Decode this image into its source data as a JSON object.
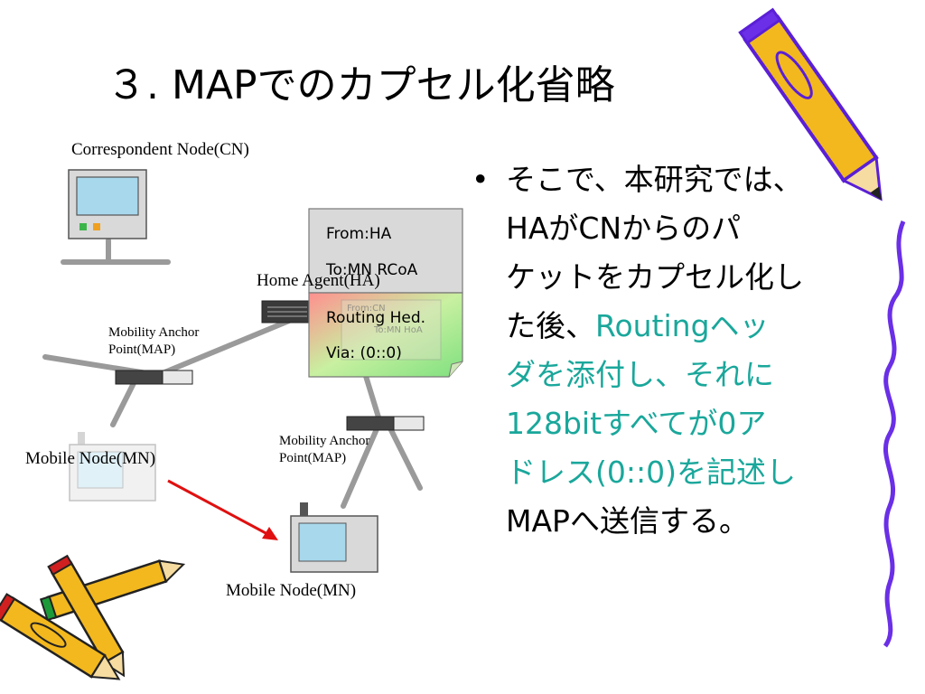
{
  "slide": {
    "title": "３. MAPでのカプセル化省略"
  },
  "diagram": {
    "cn_label": "Correspondent Node(CN)",
    "ha_label": "Home Agent(HA)",
    "map1_label_line1": "Mobility Anchor",
    "map1_label_line2": "Point(MAP)",
    "map2_label_line1": "Mobility Anchor",
    "map2_label_line2": "Point(MAP)",
    "mn1_label": "Mobile Node(MN)",
    "mn2_label": "Mobile Node(MN)",
    "packet_outer": {
      "line1": "From:HA",
      "line2": "To:MN RCoA"
    },
    "packet_routing": {
      "line1": "Routing Hed.",
      "line2": "Via: (0::0)"
    },
    "packet_inner": {
      "line1": "From:CN",
      "line2": "To:MN HoA"
    }
  },
  "bullet": {
    "marker": "•",
    "line1": "そこで、本研究では、",
    "line2": "HAがCNからのパ",
    "line3": "ケットをカプセル化し",
    "line4_black": "た後、",
    "line4_green": "Routingヘッ",
    "line5": "ダを添付し、それに",
    "line6": "128bitすべてが0ア",
    "line7": "ドレス(0::0)を記述し",
    "line8": "MAPへ送信する。"
  },
  "colors": {
    "accent_text": "#1aa79b",
    "arrow": "#e01010",
    "pencil_body": "#f2b81e",
    "pencil_outline": "#5a1fd6"
  }
}
